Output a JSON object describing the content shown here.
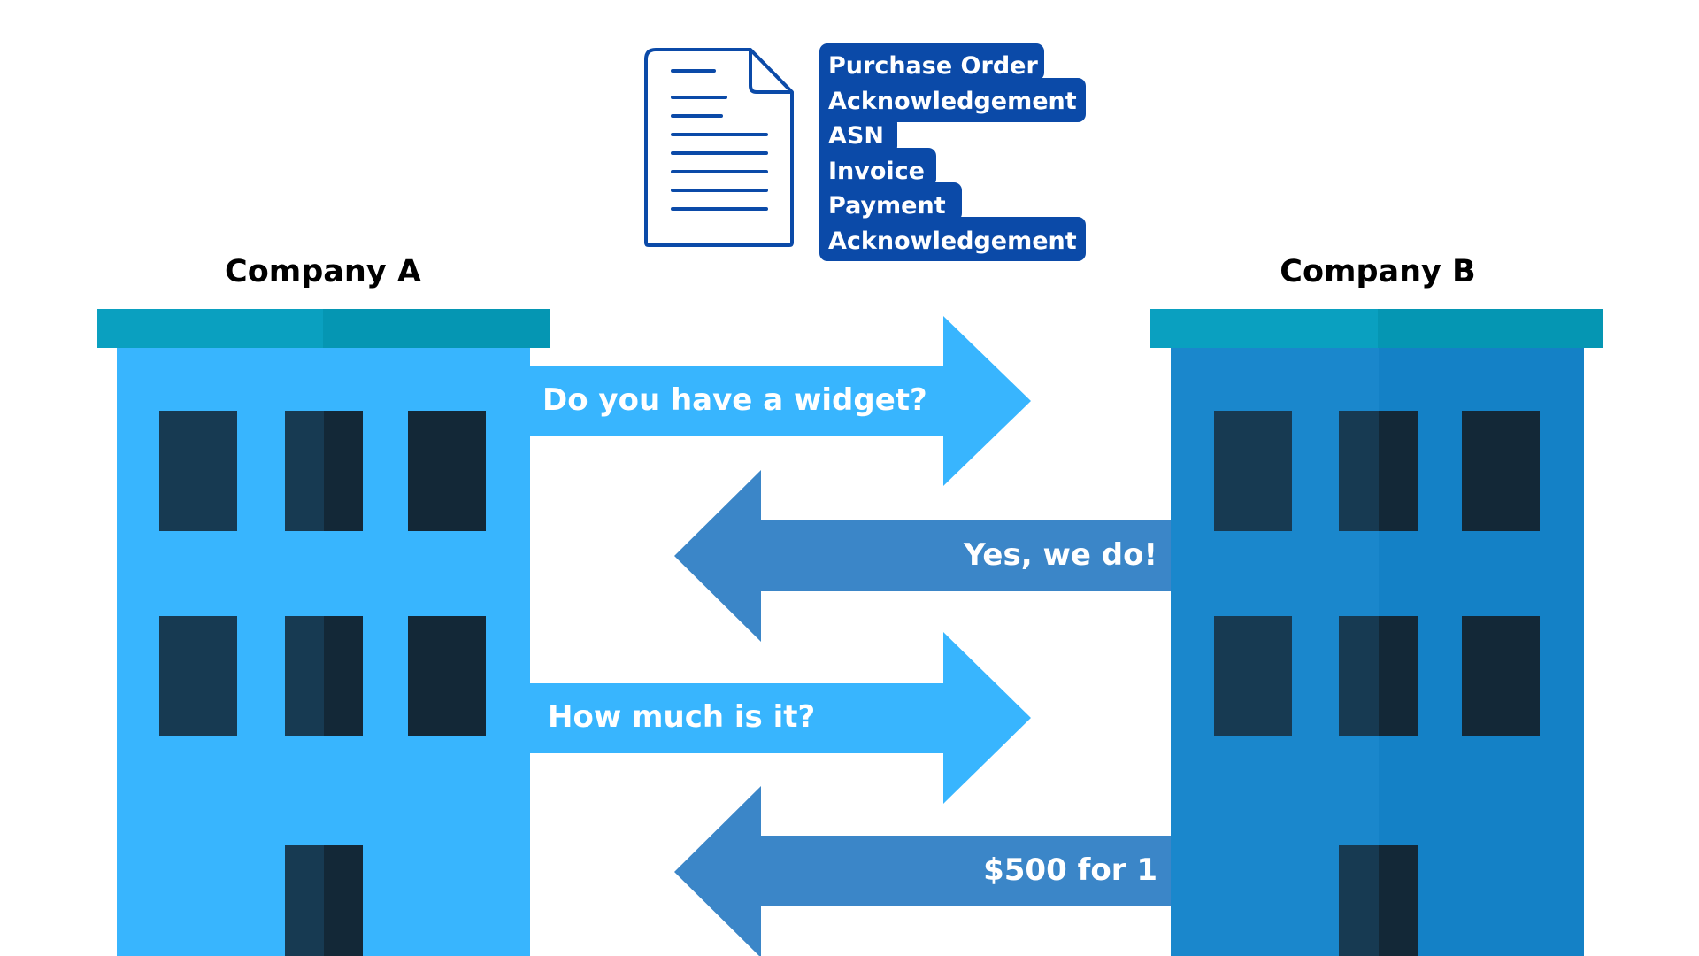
{
  "company_a": {
    "label": "Company A"
  },
  "company_b": {
    "label": "Company B"
  },
  "documents": {
    "icon": "document-icon",
    "items": [
      "Purchase Order",
      "Acknowledgement",
      "ASN",
      "Invoice",
      "Payment",
      "Acknowledgement"
    ]
  },
  "messages": [
    {
      "text": "Do you have a widget?",
      "direction": "right"
    },
    {
      "text": "Yes, we do!",
      "direction": "left"
    },
    {
      "text": "How much is it?",
      "direction": "right"
    },
    {
      "text": "$500 for 1",
      "direction": "left"
    }
  ],
  "colors": {
    "building_a": "#38b5fe",
    "building_b": "#1a87cc",
    "building_b_shade": "#1481c6",
    "roof": "#0aa0c0",
    "roof_shade": "#0596b3",
    "window": "#173a52",
    "window_dark": "#132837",
    "arrow_right": "#38b5fe",
    "arrow_left": "#3b86c8",
    "doc_blue": "#0b4aa8",
    "label_text": "#000000",
    "arrow_text": "#ffffff"
  }
}
